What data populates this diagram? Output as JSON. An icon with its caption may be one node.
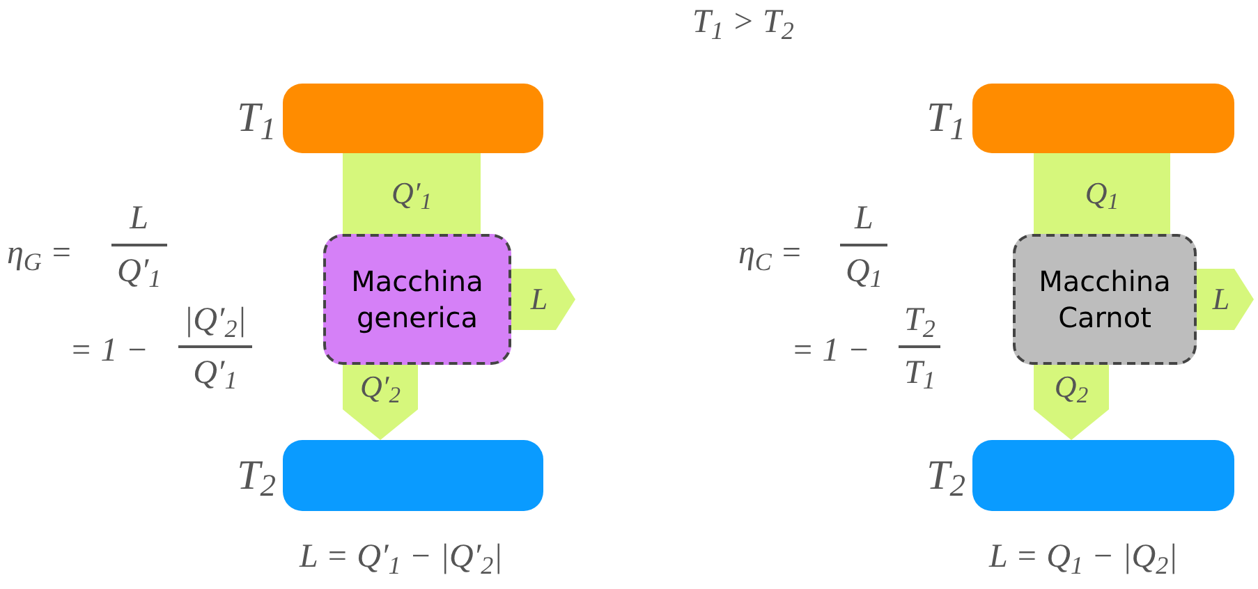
{
  "diagram": {
    "nodes": [
      {
        "text": [],
        "shape": "box",
        "beside": [
          "T$_{1}$"
        ]
      },
      {
        "text": [
          "Macchina generica"
        ]
      },
      {
        "text": [],
        "shape": "box",
        "beside": [
          "T$_{2}$"
        ]
      },
      {
        "text": [],
        "shape": "box",
        "beside": [
          "T$_{1}$"
        ]
      },
      {
        "text": [
          "Macchina Carnot"
        ]
      },
      {
        "text": [],
        "shape": "box",
        "beside": [
          "T$_{2}$"
        ]
      }
    ],
    "edges": [
      {
        "from": 0,
        "to": 1,
        "arrow": "none",
        "label": "Q′$_{1}$",
        "style": "thick"
      },
      {
        "from": 1,
        "to": 2,
        "arrow": "to",
        "label": "Q′$_{2}$",
        "style": "thick"
      },
      {
        "from": 1,
        "to": null,
        "arrow": "to",
        "label": "L",
        "style": "thick"
      },
      {
        "from": 3,
        "to": 4,
        "arrow": "none",
        "label": "Q$_{1}$",
        "style": "thick"
      },
      {
        "from": 4,
        "to": 5,
        "arrow": "to",
        "label": "Q$_{2}$",
        "style": "thick"
      },
      {
        "from": 4,
        "to": null,
        "arrow": "to",
        "label": "L",
        "style": "thick"
      }
    ],
    "labels": [
      "T$_{1}$ > T$_{2}$",
      "η$_{G}$ =",
      "L",
      "Q′$_{1}$",
      "= 1 −",
      "|Q′$_{2}$|",
      "Q′$_{1}$",
      "L = Q′$_{1}$ − |Q′$_{2}$|",
      "η$_{C}$ =",
      "L",
      "Q$_{1}$",
      "= 1 −",
      "T$_{2}$",
      "T$_{1}$",
      "L = Q$_{1}$ − |Q$_{2}$|"
    ]
  }
}
